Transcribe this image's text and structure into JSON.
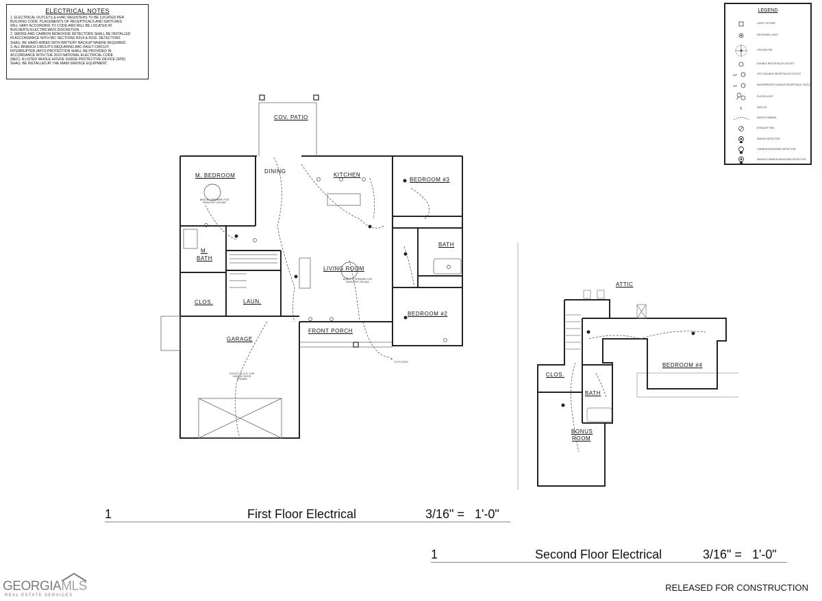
{
  "electrical_notes": {
    "title": "ELECTRICAL NOTES",
    "lines": [
      "1. ELECTRICAL OUTLETS & HVAC REGISTERS TO BE LOCATED PER",
      "BUILDING CODE. PLACEMENTS OF RECEPTICALS AND SWITCHES",
      "WILL VARY ACCORDING TO CODE AND WILL BE LOCATED AT",
      "BUILDER'S/ ELECTRICIAN'S DISCRETION.",
      "2. SMOKE AND CARBON MONOXIDE DETECTORS SHALL BE INSTALLED",
      "IN ACCORDANCE WITH IRC SECTIONS R314 & R315. DETECTORS",
      "SHALL BE HARD-WIRED WITH BATTERY BACKUP WHERE REQUIRED.",
      "3. ALL BRANCH CIRCUITS REQUIRING ARC-FAULT CIRCUIT-",
      "INTERRUPTER (AFCI) PROTECTION SHALL BE PROVIDED IN",
      "ACCORDANCE WITH THE 2023 NATIONAL ELECTRICAL CODE",
      "(NEC). A LISTED WHOLE-HOUSE SURGE PROTECTIVE DEVICE (SPD)",
      "SHALL BE INSTALLED AT THE MAIN SERVICE EQUIPMENT."
    ]
  },
  "legend": {
    "title": "LEGEND",
    "items": [
      {
        "label": "LIGHT FIXTURE",
        "icon": "light-fixture-icon"
      },
      {
        "label": "RECESSED LIGHT",
        "icon": "recessed-light-icon"
      },
      {
        "label": "CEILING FAN",
        "icon": "ceiling-fan-icon"
      },
      {
        "label": "DOUBLE RECEPTACLE OUTLET",
        "icon": "double-receptacle-icon"
      },
      {
        "label": "GFCI DOUBLE RECEPTACLE OUTLET",
        "icon": "gfci-receptacle-icon"
      },
      {
        "label": "WATERPROOF DOUBLE RECEPTACLE OUTLET",
        "icon": "waterproof-receptacle-icon"
      },
      {
        "label": "FLOOD LIGHT",
        "icon": "flood-light-icon"
      },
      {
        "label": "SWITCH",
        "icon": "switch-icon"
      },
      {
        "label": "SWITCH WIRING",
        "icon": "switch-wiring-icon"
      },
      {
        "label": "EXHAUST FAN",
        "icon": "exhaust-fan-icon"
      },
      {
        "label": "SMOKE DETECTOR",
        "icon": "smoke-detector-icon"
      },
      {
        "label": "CARBON MONOXIDE DETECTOR",
        "icon": "co-detector-icon"
      },
      {
        "label": "SMOKE/ CARBON MONOXIDE DETECTOR",
        "icon": "smoke-co-detector-icon"
      }
    ]
  },
  "first_floor": {
    "rooms": {
      "cov_patio": "COV. PATIO",
      "m_bedroom": "M. BEDROOM",
      "dining": "DINING",
      "kitchen": "KITCHEN",
      "bedroom3": "BEDROOM #3",
      "bath": "BATH",
      "m": "M.",
      "m_bath": "BATH",
      "clos": "CLOS.",
      "laun": "LAUN.",
      "living_room": "LIVING ROOM",
      "bedroom2": "BEDROOM #2",
      "garage": "GARAGE",
      "front_porch": "FRONT PORCH"
    },
    "notes": {
      "fan_m_bedroom": "BRACE & PREWIRE FOR FAN/LIGHT CEILING",
      "fan_living": "BRACE & PREWIRE FOR FAN/LIGHT CEILING",
      "garage_outlet": "OUTLET IN CLG. FOR GARAGE DOOR OPENER",
      "to_floods": "TO FLOODS"
    }
  },
  "second_floor": {
    "rooms": {
      "attic": "ATTIC",
      "bedroom4": "BEDROOM #4",
      "clos": "CLOS.",
      "bath": "BATH",
      "bonus": "BONUS",
      "room": "ROOM"
    }
  },
  "titles": {
    "first": {
      "number": "1",
      "name": "First Floor Electrical",
      "scale": "3/16\" =   1'-0\""
    },
    "second": {
      "number": "1",
      "name": "Second Floor Electrical",
      "scale": "3/16\" =   1'-0\""
    }
  },
  "footer": {
    "logo_main": "GEORGIA",
    "logo_mls": "MLS",
    "logo_sub": "REAL ESTATE SERVICES",
    "status": "RELEASED FOR CONSTRUCTION"
  }
}
